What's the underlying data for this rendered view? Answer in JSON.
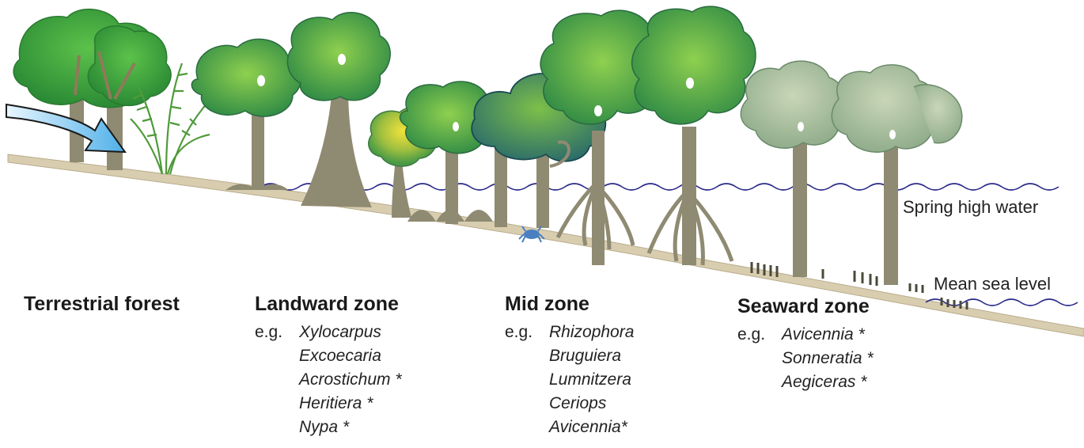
{
  "labels": {
    "spring_high_water": "Spring high water",
    "mean_sea_level": "Mean sea level"
  },
  "zones": [
    {
      "title": "Terrestrial forest",
      "eg": "",
      "species": []
    },
    {
      "title": "Landward zone",
      "eg": "e.g.",
      "species": [
        "Xylocarpus",
        "Excoecaria",
        "Acrostichum *",
        "Heritiera *",
        "Nypa *"
      ]
    },
    {
      "title": "Mid zone",
      "eg": "e.g.",
      "species": [
        "Rhizophora",
        "Bruguiera",
        "Lumnitzera",
        "Ceriops",
        "Avicennia*"
      ]
    },
    {
      "title": "Seaward zone",
      "eg": "e.g.",
      "species": [
        "Avicennia *",
        "Sonneratia *",
        "Aegiceras *"
      ]
    }
  ],
  "colors": {
    "ground": "#d9cdb0",
    "water_line": "#2a2a8a",
    "arrow": "#6cc3ec",
    "trunk": "#8f8a72",
    "forest_canopy": "#3a9e3a",
    "mangrove_canopy": "#4aa04a",
    "seaward_canopy": "#9fb89a",
    "crab": "#4a7fc0"
  }
}
